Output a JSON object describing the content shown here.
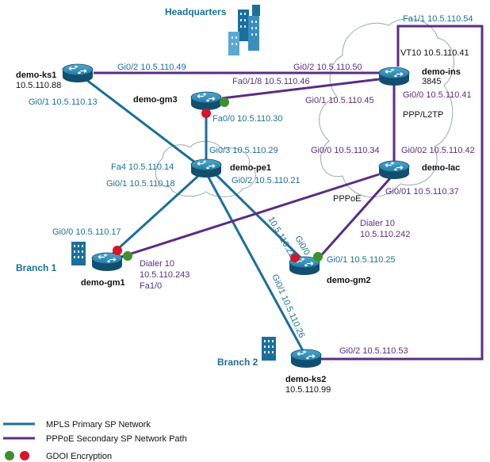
{
  "sites": {
    "headquarters": "Headquarters",
    "branch1": "Branch 1",
    "branch2": "Branch 2"
  },
  "routers": {
    "ks1": {
      "name": "demo-ks1",
      "ip": "10.5.110.88"
    },
    "gm3": {
      "name": "demo-gm3"
    },
    "ins": {
      "name": "demo-ins",
      "model": "3845",
      "vt": "VT10 10.5.110.41"
    },
    "pe1": {
      "name": "demo-pe1"
    },
    "lac": {
      "name": "demo-lac"
    },
    "gm1": {
      "name": "demo-gm1"
    },
    "gm2": {
      "name": "demo-gm2"
    },
    "ks2": {
      "name": "demo-ks2",
      "ip": "10.5.110.99"
    }
  },
  "interfaces": {
    "ks1_gi02": "Gi0/2 10.5.110.49",
    "ks1_gi01": "Gi0/1 10.5.110.13",
    "ins_gi02": "Gi0/2 10.5.110.50",
    "ins_fa11": "Fa1/1 10.5.110.54",
    "ins_gi00": "Gi0/0 10.5.110.41",
    "ins_gi01": "Gi0/1 10.5.110.45",
    "gm3_fa018": "Fa0/1/8 10.5.110.46",
    "gm3_fa00": "Fa0/0 10.5.110.30",
    "pe1_gi03": "Gi0/3 10.5.110.29",
    "pe1_fa4": "Fa4 10.5.110.14",
    "pe1_gi01": "Gi0/1 10.5.110.18",
    "pe1_gi02": "Gi0/2 10.5.110.21",
    "lac_gi00": "Gi0/0 10.5.110.34",
    "lac_gi02": "Gi0/02 10.5.110.42",
    "lac_gi01": "Gi0/01 10.5.110.37",
    "gm1_gi00": "Gi0/0 10.5.110.17",
    "gm1_dialer": "Dialer 10",
    "gm1_dialer_ip": "10.5.110.243",
    "gm1_fa10": "Fa1/0",
    "gm2_dialer": "Dialer 10",
    "gm2_dialer_ip": "10.5.110.242",
    "gm2_gi01": "Gi0/1 10.5.110.25",
    "gm2_gi00": "Gi0/0",
    "gm2_gi00_ip": "10.5.110.22",
    "pe1_to_ks2": "Gi0/1 10.5.110.26",
    "ks2_gi02": "Gi0/2 10.5.110.53"
  },
  "protocols": {
    "ppp_l2tp": "PPP/L2TP",
    "pppoe": "PPPoE"
  },
  "legend": {
    "mpls": "MPLS Primary SP Network",
    "pppoe": "PPPoE Secondary SP Network Path",
    "gdoi": "GDOI Encryption"
  },
  "colors": {
    "mpls": "#1b6f9a",
    "pppoe": "#5a2d82",
    "gdoi_green": "#3f8f2f",
    "gdoi_red": "#d7142a"
  }
}
